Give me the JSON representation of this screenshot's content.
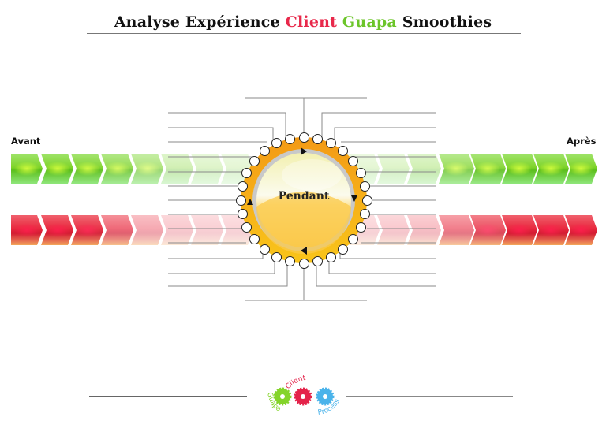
{
  "title": {
    "part1": "Analyse Expérience ",
    "client": "Client",
    "space": " ",
    "guapa": "Guapa",
    "part2": " Smoothies"
  },
  "labels": {
    "before": "Avant",
    "during": "Pendant",
    "after": "Après"
  },
  "colors": {
    "client_red": "#e8284a",
    "guapa_green": "#6cc52a",
    "process_blue": "#3fa9e0",
    "ring_orange": "#f5a51a"
  },
  "bars": {
    "positive": {
      "color": "green",
      "segments": 19
    },
    "negative": {
      "color": "red",
      "segments": 19
    }
  },
  "ring": {
    "beads": 28
  },
  "logo": {
    "words": [
      "Guapa",
      "Client",
      "Process"
    ]
  }
}
